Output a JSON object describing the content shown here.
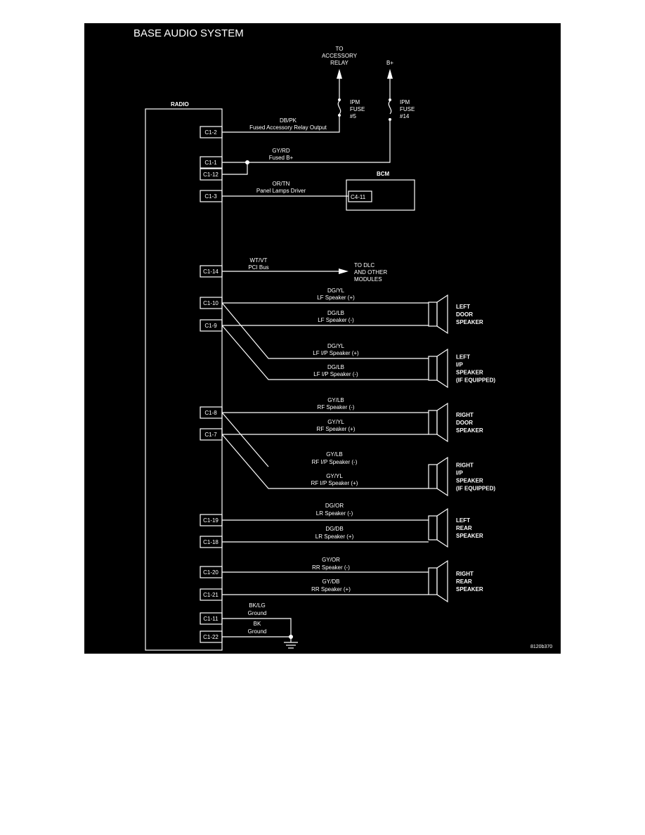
{
  "title": "BASE AUDIO SYSTEM",
  "figure_id": "8120b370",
  "radio_label": "RADIO",
  "bcm_label": "BCM",
  "bcm_pin": "C4-11",
  "to_accessory_relay": [
    "TO",
    "ACCESSORY",
    "RELAY"
  ],
  "b_plus": "B+",
  "fuse5": [
    "IPM",
    "FUSE",
    "#5"
  ],
  "fuse14": [
    "IPM",
    "FUSE",
    "#14"
  ],
  "to_dlc": [
    "TO DLC",
    "AND OTHER",
    "MODULES"
  ],
  "pins": [
    "C1-2",
    "C1-1",
    "C1-12",
    "C1-3",
    "C1-14",
    "C1-10",
    "C1-9",
    "C1-8",
    "C1-7",
    "C1-19",
    "C1-18",
    "C1-20",
    "C1-21",
    "C1-11",
    "C1-22"
  ],
  "wires": [
    {
      "color": "DB/PK",
      "function": "Fused Accessory Relay Output"
    },
    {
      "color": "GY/RD",
      "function": "Fused B+"
    },
    {
      "color": "OR/TN",
      "function": "Panel Lamps Driver"
    },
    {
      "color": "WT/VT",
      "function": "PCI Bus"
    },
    {
      "color": "DG/YL",
      "function": "LF Speaker (+)"
    },
    {
      "color": "DG/LB",
      "function": "LF Speaker (-)"
    },
    {
      "color": "DG/YL",
      "function": "LF I/P Speaker (+)"
    },
    {
      "color": "DG/LB",
      "function": "LF I/P Speaker (-)"
    },
    {
      "color": "GY/LB",
      "function": "RF Speaker (-)"
    },
    {
      "color": "GY/YL",
      "function": "RF Speaker (+)"
    },
    {
      "color": "GY/LB",
      "function": "RF I/P Speaker (-)"
    },
    {
      "color": "GY/YL",
      "function": "RF I/P Speaker (+)"
    },
    {
      "color": "DG/OR",
      "function": "LR Speaker (-)"
    },
    {
      "color": "DG/DB",
      "function": "LR Speaker (+)"
    },
    {
      "color": "GY/OR",
      "function": "RR Speaker (-)"
    },
    {
      "color": "GY/DB",
      "function": "RR Speaker (+)"
    },
    {
      "color": "BK/LG",
      "function": "Ground"
    },
    {
      "color": "BK",
      "function": "Ground"
    }
  ],
  "speakers": [
    [
      "LEFT",
      "DOOR",
      "SPEAKER"
    ],
    [
      "LEFT",
      "I/P",
      "SPEAKER",
      "(IF EQUIPPED)"
    ],
    [
      "RIGHT",
      "DOOR",
      "SPEAKER"
    ],
    [
      "RIGHT",
      "I/P",
      "SPEAKER",
      "(IF EQUIPPED)"
    ],
    [
      "LEFT",
      "REAR",
      "SPEAKER"
    ],
    [
      "RIGHT",
      "REAR",
      "SPEAKER"
    ]
  ]
}
